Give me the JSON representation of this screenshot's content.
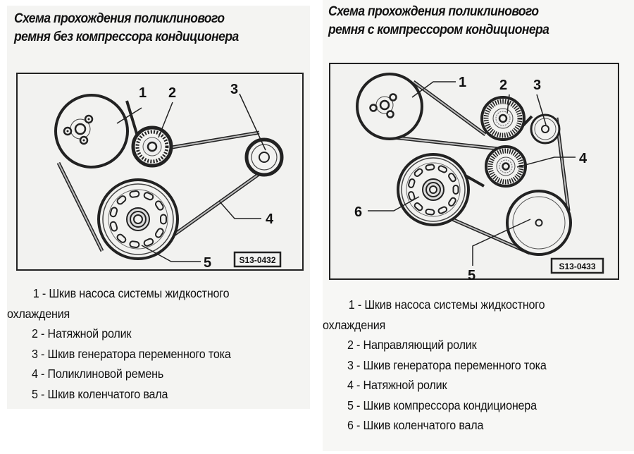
{
  "left": {
    "title_line1": "Схема прохождения поликлинового",
    "title_line2": "ремня без компрессора кондиционера",
    "figure_code": "S13-0432",
    "callouts": [
      "1",
      "2",
      "3",
      "4",
      "5"
    ],
    "legend": [
      {
        "num": "1",
        "text": "Шкив насоса системы жидкостного",
        "cont": "охлаждения"
      },
      {
        "num": "2",
        "text": "Натяжной ролик"
      },
      {
        "num": "3",
        "text": "Шкив генератора переменного тока"
      },
      {
        "num": "4",
        "text": "Поликлиновой ремень"
      },
      {
        "num": "5",
        "text": "Шкив коленчатого вала"
      }
    ]
  },
  "right": {
    "title_line1": "Схема прохождения поликлинового",
    "title_line2": "ремня с компрессором кондиционера",
    "figure_code": "S13-0433",
    "callouts": [
      "1",
      "2",
      "3",
      "4",
      "5",
      "6"
    ],
    "legend": [
      {
        "num": "1",
        "text": "Шкив насоса системы жидкостного",
        "cont": "охлаждения"
      },
      {
        "num": "2",
        "text": "Направляющий ролик"
      },
      {
        "num": "3",
        "text": "Шкив генератора переменного тока"
      },
      {
        "num": "4",
        "text": "Натяжной ролик"
      },
      {
        "num": "5",
        "text": "Шкив компрессора кондиционера"
      },
      {
        "num": "6",
        "text": "Шкив коленчатого вала"
      }
    ]
  },
  "separator": " - "
}
